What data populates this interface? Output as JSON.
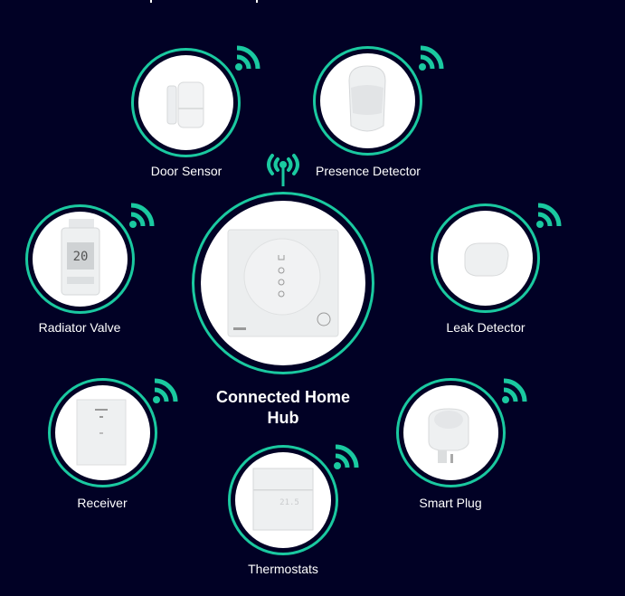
{
  "colors": {
    "background": "#010125",
    "accent": "#1ac9a0",
    "disc": "#ffffff",
    "text": "#ffffff"
  },
  "hub": {
    "label": "Connected Home Hub",
    "label_line1": "Connected Home",
    "label_line2": "Hub",
    "icon": "antenna-icon"
  },
  "devices": [
    {
      "id": "door-sensor",
      "label": "Door Sensor",
      "icon": "wifi-icon"
    },
    {
      "id": "presence-detector",
      "label": "Presence Detector",
      "icon": "wifi-icon"
    },
    {
      "id": "radiator-valve",
      "label": "Radiator Valve",
      "icon": "wifi-icon"
    },
    {
      "id": "leak-detector",
      "label": "Leak Detector",
      "icon": "wifi-icon"
    },
    {
      "id": "receiver",
      "label": "Receiver",
      "icon": "wifi-icon"
    },
    {
      "id": "smart-plug",
      "label": "Smart Plug",
      "icon": "wifi-icon"
    },
    {
      "id": "thermostats",
      "label": "Thermostats",
      "icon": "wifi-icon"
    }
  ]
}
